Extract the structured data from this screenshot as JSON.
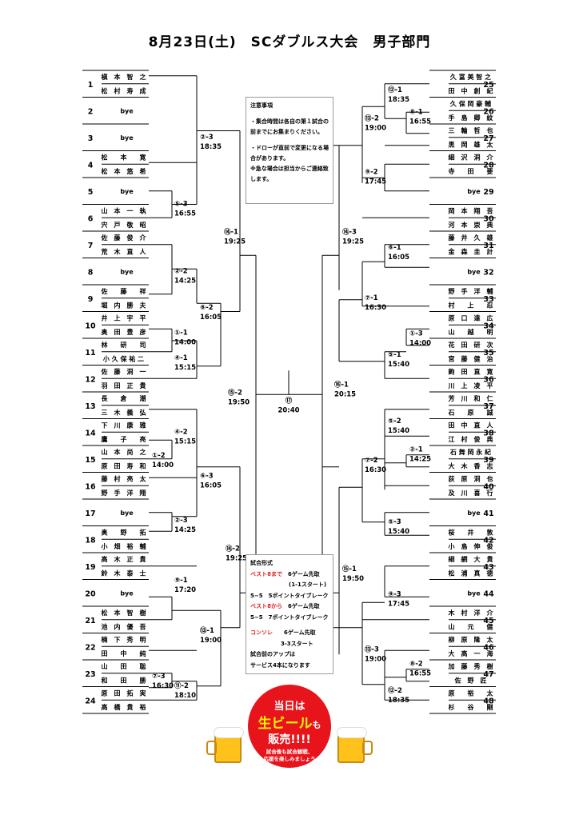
{
  "title": "8月23日(土)　SCダブルス大会　男子部門",
  "left_players": [
    {
      "num": "1",
      "names": [
        "槇　本　智　之",
        "松　村　寿　成"
      ]
    },
    {
      "num": "2",
      "names": [
        "bye"
      ]
    },
    {
      "num": "3",
      "names": [
        "bye"
      ]
    },
    {
      "num": "4",
      "names": [
        "松　　本　　寛",
        "松　本　悠　希"
      ]
    },
    {
      "num": "5",
      "names": [
        "bye"
      ]
    },
    {
      "num": "6",
      "names": [
        "山　本　一　執",
        "宍　戸　敬　昭"
      ]
    },
    {
      "num": "7",
      "names": [
        "佐　藤　俊　介",
        "荒　木　直　人"
      ]
    },
    {
      "num": "8",
      "names": [
        "bye"
      ]
    },
    {
      "num": "9",
      "names": [
        "佐　　藤　　祥",
        "堀　内　勝　夫"
      ]
    },
    {
      "num": "10",
      "names": [
        "井　上　宇　平",
        "奥　田　豊　彦"
      ]
    },
    {
      "num": "11",
      "names": [
        "林　　研　　司",
        "小 久 保 祐 二"
      ]
    },
    {
      "num": "12",
      "names": [
        "佐　藤　洞　一",
        "羽　田　正　貴"
      ]
    },
    {
      "num": "13",
      "names": [
        "長　　倉　　潮",
        "三　木　義　弘"
      ]
    },
    {
      "num": "14",
      "names": [
        "下　川　康　雅",
        "鷹　　子　　亮"
      ]
    },
    {
      "num": "15",
      "names": [
        "山　本　尚　之",
        "原　田　寿　和"
      ]
    },
    {
      "num": "16",
      "names": [
        "藤　村　亮　太",
        "野　手　洋　翔"
      ]
    },
    {
      "num": "17",
      "names": [
        "bye"
      ]
    },
    {
      "num": "18",
      "names": [
        "奥　　野　　拓",
        "小　畑　裕　輔"
      ]
    },
    {
      "num": "19",
      "names": [
        "高　木　正　貴",
        "鈴　木　泰　士"
      ]
    },
    {
      "num": "20",
      "names": [
        "bye"
      ]
    },
    {
      "num": "21",
      "names": [
        "松　本　智　樹",
        "池　内　優　吾"
      ]
    },
    {
      "num": "22",
      "names": [
        "楠　下　秀　明",
        "田　　中　　純"
      ]
    },
    {
      "num": "23",
      "names": [
        "山　　田　　聡",
        "和　　田　　勝"
      ]
    },
    {
      "num": "24",
      "names": [
        "原　田　拓　実",
        "高　橋　貴　裕"
      ]
    }
  ],
  "right_players": [
    {
      "num": "25",
      "names": [
        "久 冨 美 智 之",
        "田　中　創　紀"
      ]
    },
    {
      "num": "26",
      "names": [
        "久 保 岡 豪 輔",
        "手　島　卿　紋"
      ]
    },
    {
      "num": "27",
      "names": [
        "三　輪　哲　也",
        "黒　岡　雄　太"
      ]
    },
    {
      "num": "28",
      "names": [
        "細　沢　洞　介",
        "寺　　田　　要"
      ]
    },
    {
      "num": "29",
      "names": [
        "bye"
      ]
    },
    {
      "num": "30",
      "names": [
        "岡　本　翔　吾",
        "河　本　崇　典"
      ]
    },
    {
      "num": "31",
      "names": [
        "藤　井　久　雄",
        "金　森　圭　計"
      ]
    },
    {
      "num": "32",
      "names": [
        "bye"
      ]
    },
    {
      "num": "33",
      "names": [
        "野　手　洋　輔",
        "村　　上　　忍"
      ]
    },
    {
      "num": "34",
      "names": [
        "原　口　達　広",
        "山　　越　　明"
      ]
    },
    {
      "num": "35",
      "names": [
        "花　田　研　次",
        "宮　藤　健　治"
      ]
    },
    {
      "num": "36",
      "names": [
        "鉤　田　直　寛",
        "川　上　凌　平"
      ]
    },
    {
      "num": "37",
      "names": [
        "芳　川　和　仁",
        "石　　原　　誠"
      ]
    },
    {
      "num": "38",
      "names": [
        "田　中　直　人",
        "江　村　俊　典"
      ]
    },
    {
      "num": "39",
      "names": [
        "石 舞 岡 永 紀",
        "大　木　香　志"
      ]
    },
    {
      "num": "40",
      "names": [
        "荻　原　洞　也",
        "及　川　喜　行"
      ]
    },
    {
      "num": "41",
      "names": [
        "bye"
      ]
    },
    {
      "num": "42",
      "names": [
        "桜　　井　　敦",
        "小　島　伸　俊"
      ]
    },
    {
      "num": "43",
      "names": [
        "細　網　大　貴",
        "松　浦　真　德"
      ]
    },
    {
      "num": "44",
      "names": [
        "bye"
      ]
    },
    {
      "num": "45",
      "names": [
        "木　村　洋　介",
        "山　　元　　健"
      ]
    },
    {
      "num": "46",
      "names": [
        "柳　原　隆　太",
        "大　高　一　海"
      ]
    },
    {
      "num": "47",
      "names": [
        "加　藤　秀　樹",
        "佐　野　匠"
      ]
    },
    {
      "num": "48",
      "names": [
        "原　　裕　　太",
        "杉　　谷　　剛"
      ]
    }
  ],
  "matches": {
    "L1": {
      "label": "②-3",
      "time": "18:35"
    },
    "L2": {
      "label": "⑤-3",
      "time": "16:55"
    },
    "L3": {
      "label": "⑭-1",
      "time": "19:25"
    },
    "L4": {
      "label": "②-2",
      "time": "14:25"
    },
    "L5": {
      "label": "⑥-2",
      "time": "16:05"
    },
    "L6": {
      "label": "①-1",
      "time": "14:00"
    },
    "L7": {
      "label": "④-1",
      "time": "15:15"
    },
    "L8": {
      "label": "⑮-2",
      "time": "19:50"
    },
    "L9": {
      "label": "④-2",
      "time": "15:15"
    },
    "L10": {
      "label": "①-2",
      "time": "14:00"
    },
    "L11": {
      "label": "⑥-3",
      "time": "16:05"
    },
    "L12": {
      "label": "②-3",
      "time": "14:25"
    },
    "L13": {
      "label": "⑭-2",
      "time": "19:25"
    },
    "L14": {
      "label": "⑨-1",
      "time": "17:20"
    },
    "L15": {
      "label": "⑬-1",
      "time": "19:00"
    },
    "L16": {
      "label": "⑦-3",
      "time": "16:30"
    },
    "L17": {
      "label": "⑪-2",
      "time": "18:10"
    },
    "R1": {
      "label": "⑫-1",
      "time": "18:35"
    },
    "R2": {
      "label": "⑧-1",
      "time": "16:55"
    },
    "R3": {
      "label": "⑬-2",
      "time": "19:00"
    },
    "R4": {
      "label": "⑨-2",
      "time": "17:45"
    },
    "R5": {
      "label": "⑭-3",
      "time": "19:25"
    },
    "R6": {
      "label": "⑥-1",
      "time": "16:05"
    },
    "R7": {
      "label": "⑦-1",
      "time": "16:30"
    },
    "R8": {
      "label": "①-3",
      "time": "14:00"
    },
    "R9": {
      "label": "⑤-1",
      "time": "15:40"
    },
    "R10": {
      "label": "⑯-1",
      "time": "20:15"
    },
    "R11": {
      "label": "⑤-2",
      "time": "15:40"
    },
    "R12": {
      "label": "②-1",
      "time": "14:25"
    },
    "R13": {
      "label": "⑦-2",
      "time": "16:30"
    },
    "R14": {
      "label": "⑤-3",
      "time": "15:40"
    },
    "R15": {
      "label": "⑮-1",
      "time": "19:50"
    },
    "R16": {
      "label": "⑨-3",
      "time": "17:45"
    },
    "R17": {
      "label": "⑬-3",
      "time": "19:00"
    },
    "R18": {
      "label": "⑧-2",
      "time": "16:55"
    },
    "R19": {
      "label": "⑫-2",
      "time": "18:35"
    },
    "F": {
      "label": "⑰",
      "time": "20:40"
    }
  },
  "notes": {
    "heading": "注意事項",
    "line1": "・集合時間は各自の第１試合の前までにお集まりください。",
    "line2": "・ドローが直前で変更になる場合があります。",
    "line3": "※急な場合は担当からご連絡致します。"
  },
  "rules": {
    "heading": "試合形式",
    "r1_label": "ベスト8まで",
    "r1_value": "6ゲーム先取",
    "r1_sub": "(1-1スタート)",
    "r2": "5−5　5ポイントタイブレーク",
    "r3_label": "ベスト8から",
    "r3_value": "6ゲーム先取",
    "r4": "5−5　7ポイントタイブレーク",
    "r5_label": "コンソレ",
    "r5_value": "6ゲーム先取",
    "r5_sub": "3-3スタート",
    "r6": "試合前のアップは",
    "r7": "サービス4本になります"
  },
  "promo": {
    "line1": "当日は",
    "line2": "生ビール",
    "line2b": "も",
    "line3": "販売!!!!",
    "line4": "試合後も試合観戦、",
    "line5": "応援を楽しみましょう"
  },
  "colors": {
    "red": "#e02020",
    "promo_bg": "#e8141c",
    "beer": "#ffc21a"
  }
}
